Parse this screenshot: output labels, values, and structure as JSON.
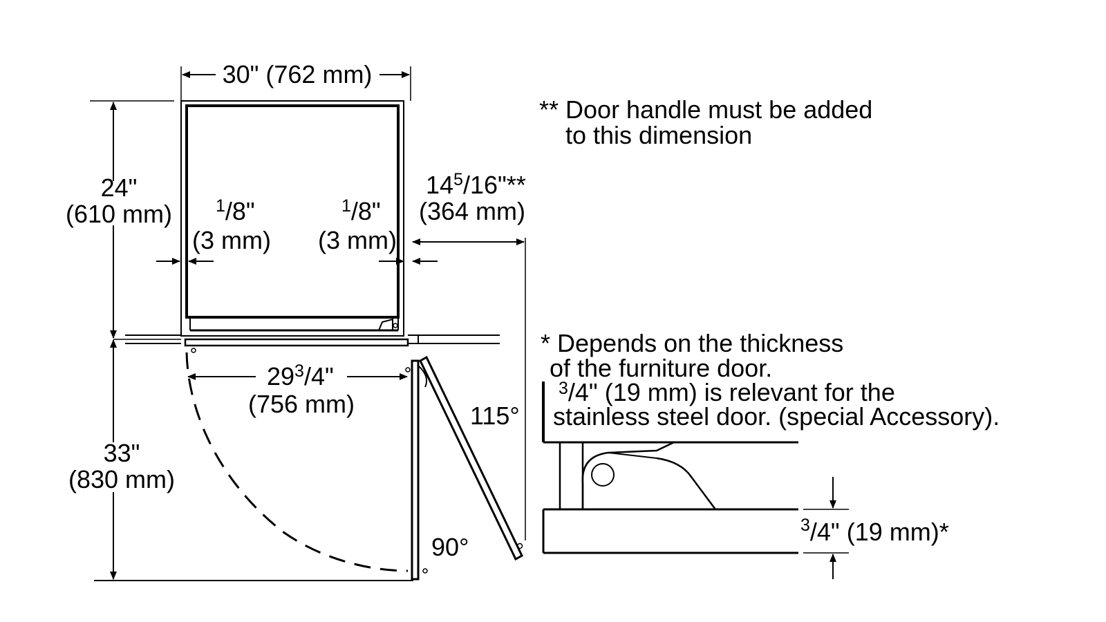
{
  "labels": {
    "width_top": "30\" (762 mm)",
    "depth_in": "24\"",
    "depth_mm": "(610 mm)",
    "gap_left_num": "1",
    "gap_left_den": "/8\"",
    "gap_left_mm": "(3 mm)",
    "gap_right_num": "1",
    "gap_right_den": "/8\"",
    "gap_right_mm": "(3 mm)",
    "handle_whole": "14",
    "handle_num": "5",
    "handle_den": "/16\"**",
    "handle_mm": "(364 mm)",
    "inner_whole": "29",
    "inner_num": "3",
    "inner_den": "/4\"",
    "inner_mm": "(756 mm)",
    "door_swing_in": "33\"",
    "door_swing_mm": "(830 mm)",
    "angle_115": "115°",
    "angle_90": "90°",
    "thickness_num": "3",
    "thickness_den": "/4\"",
    "thickness_mm": " (19 mm)*"
  },
  "notes": {
    "handle_note_line1": "** Door handle must be added",
    "handle_note_line2": "to this dimension",
    "thickness_note_line1": "* Depends on the thickness",
    "thickness_note_line2": "of the furniture door.",
    "thickness_note_line3_num": "3",
    "thickness_note_line3_rest": "/4\" (19 mm) is relevant for the",
    "thickness_note_line4": "stainless steel door. (special Accessory)."
  }
}
